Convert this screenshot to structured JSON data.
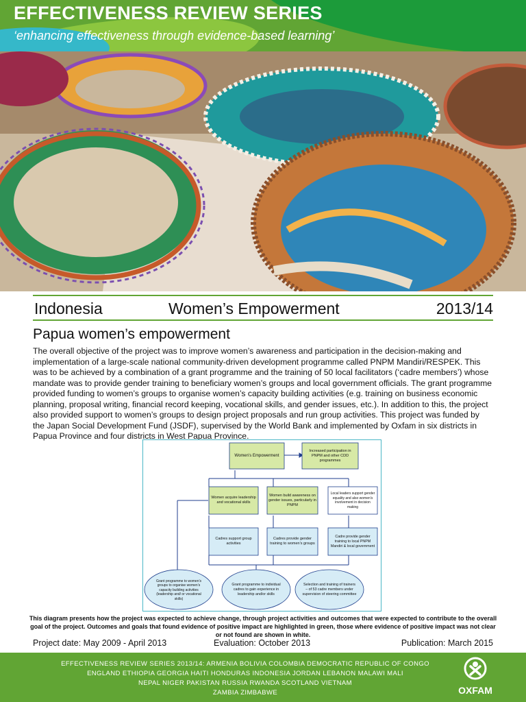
{
  "header": {
    "title": "EFFECTIVENESS REVIEW SERIES",
    "tagline": "‘enhancing effectiveness through evidence-based learning’"
  },
  "photo": {
    "description_icon": "woven-hats-photo"
  },
  "meta": {
    "country": "Indonesia",
    "theme": "Women’s Empowerment",
    "year": "2013/14"
  },
  "project_title": "Papua women’s empowerment",
  "body_paragraph": "The overall objective of the project was to improve women’s awareness and participation in the decision-making and implementation of a large-scale national community-driven development programme called PNPM Mandiri/RESPEK. This was to be achieved by a combination of a grant programme and the training of 50 local facilitators (‘cadre members’) whose mandate was to provide gender training to beneficiary women’s groups and local government officials. The grant programme provided funding to women’s groups to organise women’s capacity building activities (e.g. training on business economic planning, proposal writing, financial record keeping, vocational skills, and gender issues, etc.). In addition to this, the project also provided support to women’s groups to design project proposals and run group activities. This project was funded by the Japan Social Development Fund (JSDF), supervised by the World Bank and implemented by Oxfam in six districts in Papua Province and four districts in West Papua Province.",
  "diagram": {
    "goals": [
      "Women’s Empowerment",
      "Increased participation in PNPM and other CDD programmes"
    ],
    "outcomes": [
      "Women acquire leadership and vocational skills",
      "Women build awareness on gender issues, particularly in PNPM",
      "Local leaders support gender equality and also women’s involvement in decision making"
    ],
    "outputs": [
      "Cadres support group activities",
      "Cadres provide gender training to women’s groups",
      "Cadre provide gender training to local PNPM Mandiri & local government"
    ],
    "activities": [
      "Grant programme to women’s groups to organise women’s capacity building activities (leadership and/ or vocational skills)",
      "Grant programme to individual cadres to gain experience in leadership and/or skills",
      "Selection and training of trainers – of 53 cadre members under supervision of steering committee"
    ],
    "colors": {
      "green_fill": "#d7e9a6",
      "white_fill": "#ffffff",
      "blue_fill": "#d6ecf6",
      "line": "#1f3e8c"
    }
  },
  "caption": "This diagram presents how the project was expected to achieve change, through project activities and outcomes that were expected to contribute to the overall goal of the project. Outcomes and goals that found evidence of positive impact are highlighted in green, those where evidence of positive impact was not clear or not found are shown in white.",
  "dates": {
    "project": "Project date: May 2009 - April 2013",
    "evaluation": "Evaluation: October 2013",
    "publication": "Publication: March 2015"
  },
  "footer": {
    "countries_line1": "EFFECTIVENESS REVIEW SERIES 2013/14:  ARMENIA    BOLIVIA    COLOMBIA    DEMOCRATIC REPUBLIC OF CONGO",
    "countries_line2": "ENGLAND    ETHIOPIA    GEORGIA   HAITI   HONDURAS   INDONESIA    JORDAN    LEBANON    MALAWI    MALI",
    "countries_line3": "NEPAL    NIGER       PAKISTAN    RUSSIA    RWANDA   SCOTLAND    VIETNAM",
    "countries_line4": "ZAMBIA    ZIMBABWE",
    "logo_text": "OXFAM"
  },
  "colors": {
    "brand_green": "#61a534",
    "accent_teal": "#49b6c6"
  }
}
